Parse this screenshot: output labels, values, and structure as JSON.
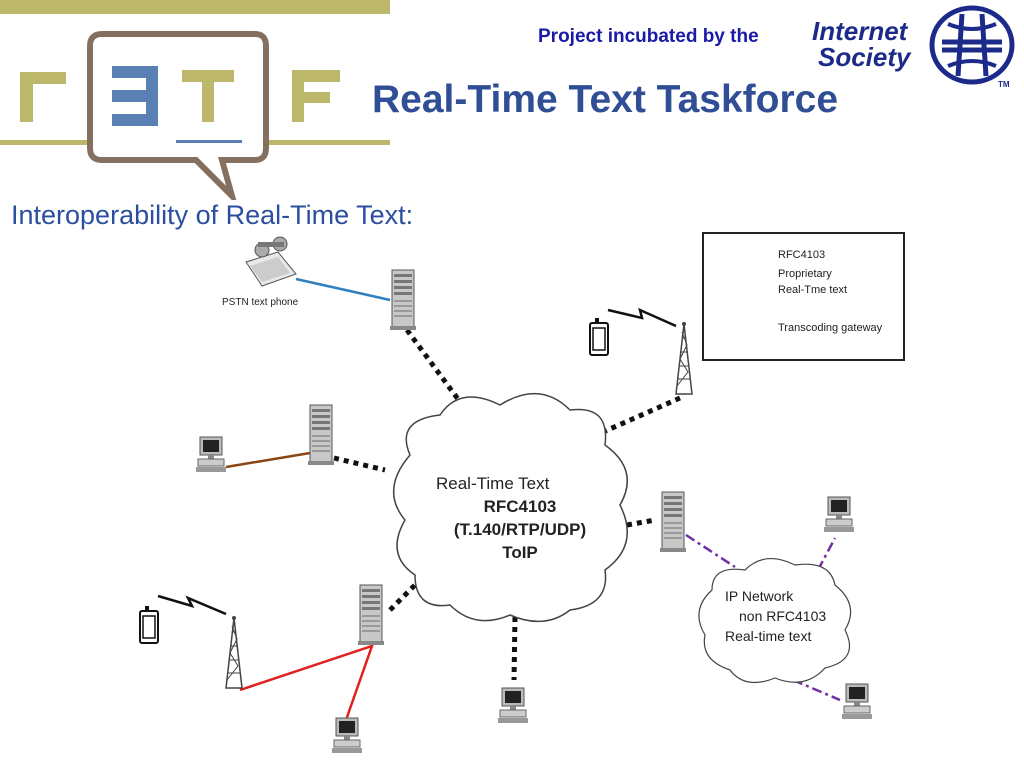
{
  "header": {
    "project_text": "Project incubated by the",
    "isoc_line1": "Internet",
    "isoc_line2": "Society",
    "isoc_tm": "TM",
    "logo_icon": "r3tf-speech-bubble-logo",
    "isoc_icon": "isoc-globe-icon"
  },
  "page": {
    "title": "Real-Time Text Taskforce",
    "subtitle": "Interoperability of Real-Time Text:"
  },
  "diagram": {
    "pstn_label": "PSTN text phone",
    "cloud": {
      "line1": "Real-Time Text",
      "line2": "RFC4103",
      "line3": "(T.140/RTP/UDP)",
      "line4": "ToIP"
    },
    "ip_network": {
      "line1": "IP Network",
      "line2": "non RFC4103",
      "line3": "Real-time text"
    },
    "legend": [
      {
        "label": "RFC4103",
        "style": "dotted",
        "color": "#111111"
      },
      {
        "label": "Proprietary",
        "style": "solid-blue",
        "color": "#2f7fbf"
      },
      {
        "label": "Real-Tme text",
        "style": "multi",
        "color": "#7030a0"
      },
      {
        "label": "Transcoding gateway",
        "style": "icon",
        "color": "#777777"
      }
    ],
    "colors": {
      "rfc4103": "#111111",
      "proprietary_blue": "#2f7fbf",
      "proprietary_brown": "#8b4513",
      "proprietary_red": "#e02020",
      "realtime_purple": "#7030a0",
      "logo_gold": "#bdb76b",
      "logo_blue": "#5a7fb5",
      "logo_gray": "#857060"
    }
  }
}
